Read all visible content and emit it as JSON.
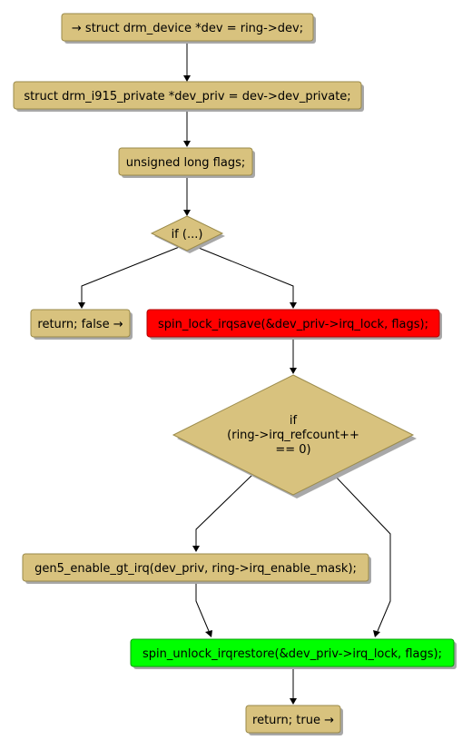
{
  "colors": {
    "node_fill": "#d8c27e",
    "lock_fill": "#ff0000",
    "unlock_fill": "#00ff00",
    "edge": "#000000"
  },
  "nodes": {
    "dev_assign": "→ struct drm_device *dev = ring->dev;",
    "dev_priv_assign": "struct drm_i915_private *dev_priv = dev->dev_private;",
    "flags_decl": "unsigned long flags;",
    "if_dots": "if (...)",
    "return_false": "return; false →",
    "spin_lock": "spin_lock_irqsave(&dev_priv->irq_lock, flags);",
    "if_refcount": [
      "if",
      "(ring->irq_refcount++",
      "== 0)"
    ],
    "enable_irq": "gen5_enable_gt_irq(dev_priv, ring->irq_enable_mask);",
    "spin_unlock": "spin_unlock_irqrestore(&dev_priv->irq_lock, flags);",
    "return_true": "return; true →"
  }
}
